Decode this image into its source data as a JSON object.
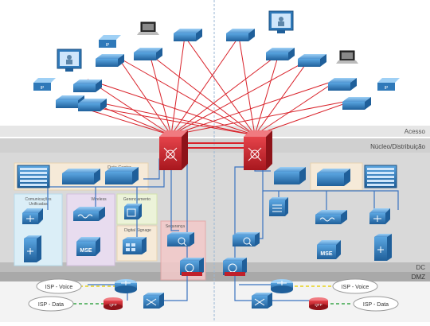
{
  "layers": {
    "access": "Acesso",
    "core": "Núcleo/Distribuição",
    "dc": "DC",
    "dmz": "DMZ"
  },
  "groups": {
    "datacenter": "Data Center",
    "uc_line1": "Comunicações",
    "uc_line2": "Unificadas",
    "wireless": "Wireless",
    "management": "Gerenciamento",
    "signage": "Digital Signage",
    "security": "Segurança"
  },
  "devices": {
    "mse_left": "MSE",
    "mse_right": "MSE",
    "qfp_left": "QFP",
    "qfp_right": "QFP",
    "ip_badge": "IP"
  },
  "clouds": {
    "voice_left": "ISP - Voice",
    "data_left": "ISP - Data",
    "voice_right": "ISP - Voice",
    "data_right": "ISP - Data"
  },
  "colors": {
    "device_blue": "#2f79b9",
    "link_red": "#d9222a",
    "link_blue": "#3a73c0",
    "voice_yellow": "#e8d21a",
    "data_green": "#3aa64a",
    "firewall_red": "#c0202a",
    "band_gray": "#d9d9d9",
    "band_dark": "#a6a6a6"
  }
}
